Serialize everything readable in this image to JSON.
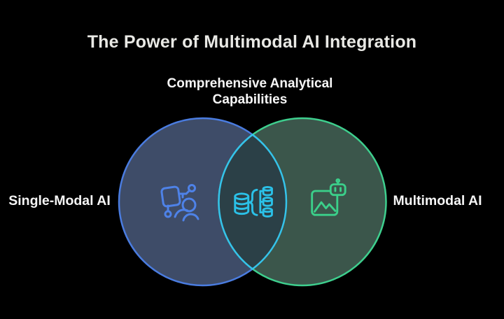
{
  "title": "The Power of Multimodal AI Integration",
  "subtitle": {
    "line1": "Comprehensive Analytical",
    "line2": "Capabilities"
  },
  "venn": {
    "left": {
      "label": "Single-Modal AI",
      "icon": "human-machine-icon"
    },
    "right": {
      "label": "Multimodal AI",
      "icon": "image-robot-icon"
    },
    "overlap": {
      "icon": "data-transform-icon"
    }
  },
  "colors": {
    "background": "#000000",
    "title_text": "#E9E9E5",
    "subtitle_text": "#F7F7F7",
    "label_text": "#F5F5F5",
    "left_circle_stroke": "#4A7CE0",
    "left_circle_fill": "#3E4C68",
    "right_circle_stroke": "#3ECF8E",
    "right_circle_fill": "#3B564B",
    "overlap_stroke": "#35C3EA",
    "overlap_fill": "#2B4047",
    "icon_blue": "#4E82E8",
    "icon_cyan": "#2BC1E8",
    "icon_green": "#3BD08A"
  }
}
